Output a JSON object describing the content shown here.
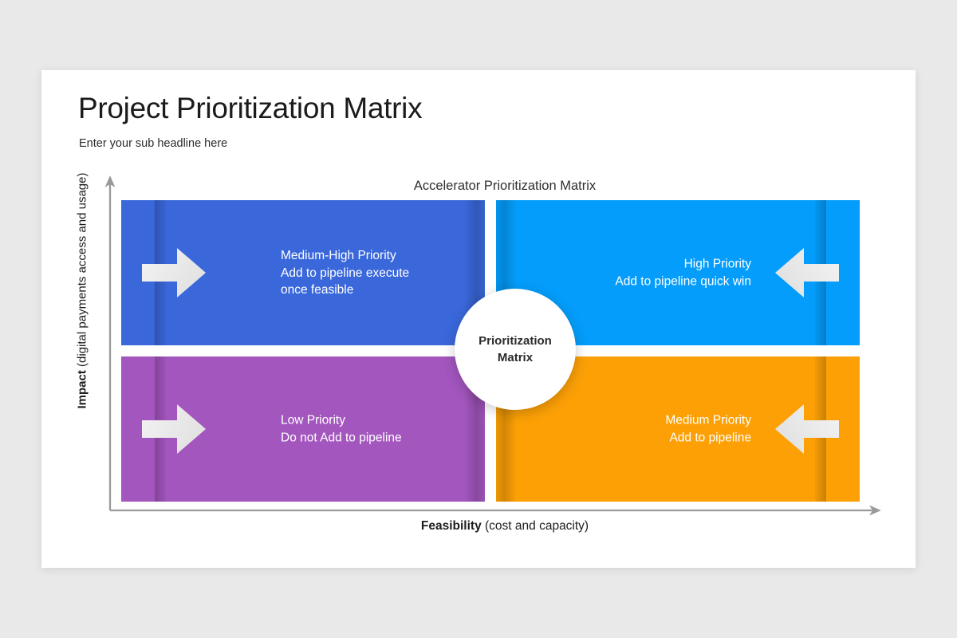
{
  "slide": {
    "title": "Project Prioritization Matrix",
    "subtitle": "Enter your sub headline here"
  },
  "chart_data": {
    "type": "table",
    "title": "Accelerator Prioritization Matrix",
    "xlabel_strong": "Feasibility",
    "xlabel_rest": " (cost and capacity)",
    "ylabel_strong": "Impact",
    "ylabel_rest": " (digital payments access and usage)",
    "center_label_line1": "Prioritization",
    "center_label_line2": "Matrix",
    "axis_color": "#9a9a9a",
    "quadrants": [
      {
        "id": "top-left",
        "position": "high impact / low feasibility",
        "heading": "Medium-High Priority",
        "line2": "Add to pipeline execute",
        "line3": "once feasible",
        "color": "#3a68db",
        "arrow": "arrow-right-icon"
      },
      {
        "id": "top-right",
        "position": "high impact / high feasibility",
        "heading": "High Priority",
        "line2": "Add to pipeline quick win",
        "line3": "",
        "color": "#049dfb",
        "arrow": "arrow-left-icon"
      },
      {
        "id": "bottom-left",
        "position": "low impact / low feasibility",
        "heading": "Low Priority",
        "line2": "Do not Add to pipeline",
        "line3": "",
        "color": "#a356be",
        "arrow": "arrow-right-icon"
      },
      {
        "id": "bottom-right",
        "position": "low impact / high feasibility",
        "heading": "Medium Priority",
        "line2": "Add to pipeline",
        "line3": "",
        "color": "#fca006",
        "arrow": "arrow-left-icon"
      }
    ]
  }
}
